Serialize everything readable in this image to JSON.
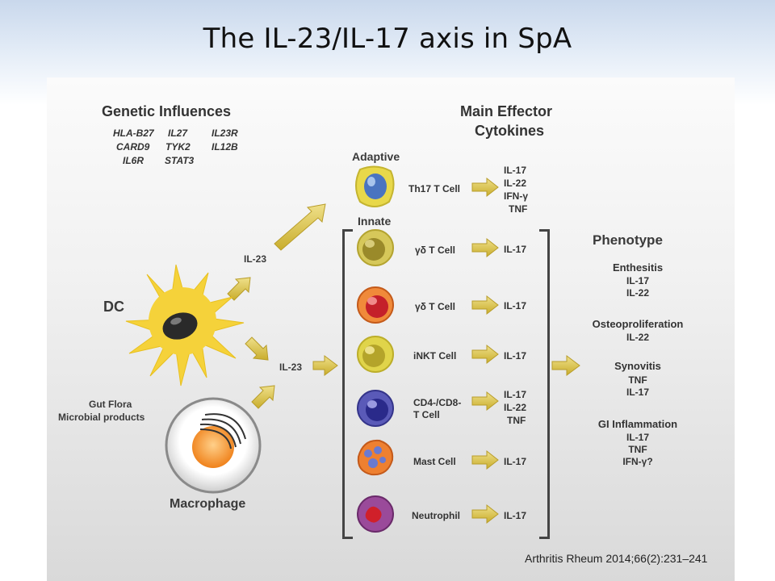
{
  "title": "The IL-23/IL-17 axis in SpA",
  "citation": "Arthritis Rheum 2014;66(2):231–241",
  "genetic": {
    "heading": "Genetic Influences",
    "genes": [
      "HLA-B27",
      "IL27",
      "IL23R",
      "CARD9",
      "TYK2",
      "IL12B",
      "IL6R",
      "STAT3"
    ]
  },
  "effector": {
    "heading_line1": "Main Effector",
    "heading_line2": "Cytokines"
  },
  "sections": {
    "adaptive": "Adaptive",
    "innate": "Innate"
  },
  "dc_label": "DC",
  "macrophage_label": "Macrophage",
  "gut_flora": {
    "line1": "Gut Flora",
    "line2": "Microbial products"
  },
  "il23_upper": "IL-23",
  "il23_lower": "IL-23",
  "cells": [
    {
      "label": "Th17 T Cell",
      "cytokines": [
        "IL-17",
        "IL-22",
        "IFN-γ",
        "TNF"
      ]
    },
    {
      "label": "γδ T Cell",
      "cytokines": [
        "IL-17"
      ]
    },
    {
      "label": "γδ T Cell",
      "cytokines": [
        "IL-17"
      ]
    },
    {
      "label": "iNKT Cell",
      "cytokines": [
        "IL-17"
      ]
    },
    {
      "label": "CD4-/CD8-",
      "label2": "T Cell",
      "cytokines": [
        "IL-17",
        "IL-22",
        "TNF"
      ]
    },
    {
      "label": "Mast Cell",
      "cytokines": [
        "IL-17"
      ]
    },
    {
      "label": "Neutrophil",
      "cytokines": [
        "IL-17"
      ]
    }
  ],
  "phenotype": {
    "heading": "Phenotype",
    "groups": [
      {
        "title": "Enthesitis",
        "items": [
          "IL-17",
          "IL-22"
        ]
      },
      {
        "title": "Osteoproliferation",
        "items": [
          "IL-22"
        ]
      },
      {
        "title": "Synovitis",
        "items": [
          "TNF",
          "IL-17"
        ]
      },
      {
        "title": "GI Inflammation",
        "items": [
          "IL-17",
          "TNF",
          "IFN-γ?"
        ]
      }
    ]
  },
  "colors": {
    "arrow": "#d9c240",
    "adaptive_cell": "#e8d84a",
    "adaptive_nucleus": "#4a74c0",
    "gd1": "#c9b44a",
    "gd2": "#e86a2a",
    "inkt": "#d8cc48",
    "dn": "#4a4ab0",
    "mast": "#e8782a",
    "neutrophil": "#8a3a8a",
    "dc_body": "#f5d23a",
    "macrophage_nucleus": "#f08a1a"
  }
}
